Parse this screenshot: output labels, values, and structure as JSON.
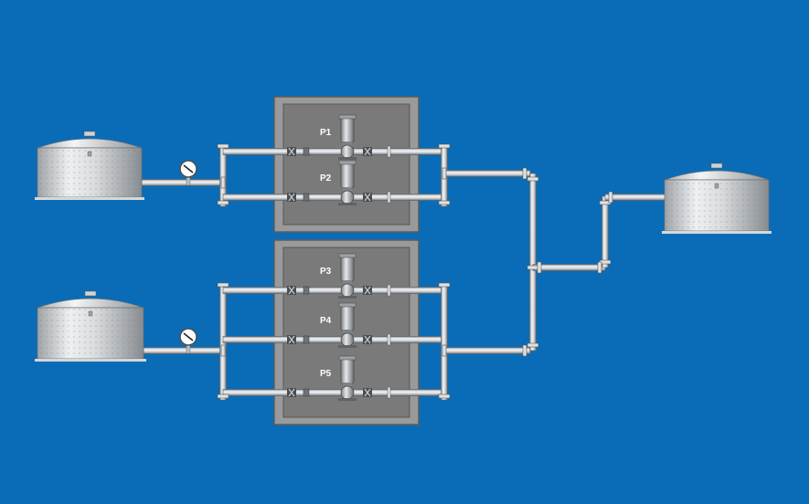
{
  "colors": {
    "background": "#0a6cb6",
    "pipe": "#c8ccd0",
    "housing": "#8a8a8a",
    "tank": "#bfc3c6"
  },
  "tanks": [
    {
      "id": "source-tank-upper",
      "icon": "tank-icon"
    },
    {
      "id": "source-tank-lower",
      "icon": "tank-icon"
    },
    {
      "id": "destination-tank",
      "icon": "tank-icon"
    }
  ],
  "gauges": [
    {
      "id": "pressure-gauge-upper",
      "icon": "pressure-gauge-icon"
    },
    {
      "id": "pressure-gauge-lower",
      "icon": "pressure-gauge-icon"
    }
  ],
  "pumps": [
    {
      "label": "P1"
    },
    {
      "label": "P2"
    },
    {
      "label": "P3"
    },
    {
      "label": "P4"
    },
    {
      "label": "P5"
    }
  ]
}
